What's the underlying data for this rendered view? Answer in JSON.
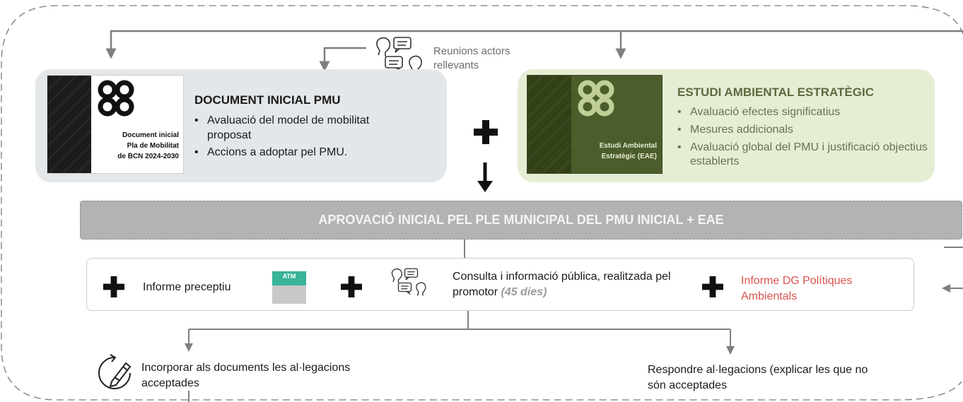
{
  "top_note": {
    "label": "Reunions actors rellevants",
    "icon": "meeting-chat-icon"
  },
  "pmu": {
    "cover_lines": [
      "Document inicial",
      "Pla de Mobilitat",
      "de BCN 2024-2030"
    ],
    "title": "DOCUMENT INICIAL PMU",
    "bullets": [
      "Avaluació del model de mobilitat proposat",
      "Accions a adoptar pel PMU."
    ]
  },
  "eae": {
    "cover_lines": [
      "Estudi Ambiental",
      "Estratègic (EAE)"
    ],
    "title": "ESTUDI AMBIENTAL ESTRATÈGIC",
    "bullets": [
      "Avaluació efectes significatius",
      "Mesures addicionals",
      "Avaluació global del PMU i justificació objectius establerts"
    ]
  },
  "approval": {
    "label": "APROVACIÓ INICIAL PEL PLE MUNICIPAL DEL PMU INICIAL + EAE"
  },
  "consultation_row": {
    "informe_label": "Informe preceptiu",
    "atm_badge": "ATM",
    "consulta_main": "Consulta i informació pública, realitzada pel promotor",
    "consulta_days": "(45 dies)",
    "dg_label": "Informe DG Polítiques Ambientals"
  },
  "outcomes": {
    "incorporar": "Incorporar als documents les al·legacions acceptades",
    "respondre": "Respondre al·legacions (explicar les que no són acceptades"
  },
  "colors": {
    "pmu_panel": "#e4e7ea",
    "eae_panel": "#e6edd5",
    "eae_title": "#5e6a3f",
    "approval_bar": "#b3b3b3",
    "dg_text": "#d9534f",
    "atm_accent": "#39b39a",
    "connector": "#7f7f7f"
  }
}
